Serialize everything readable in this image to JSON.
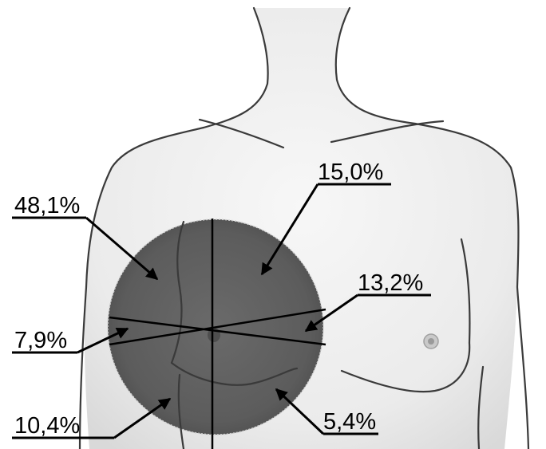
{
  "regions": [
    {
      "id": "upper-outer",
      "label": "48,1%",
      "value": 48.1
    },
    {
      "id": "upper-inner",
      "label": "15,0%",
      "value": 15.0
    },
    {
      "id": "lower-inner",
      "label": "13,2%",
      "value": 13.2
    },
    {
      "id": "axilla",
      "label": "7,9%",
      "value": 7.9
    },
    {
      "id": "lower-outer",
      "label": "10,4%",
      "value": 10.4
    },
    {
      "id": "central",
      "label": "5,4%",
      "value": 5.4
    }
  ],
  "colors": {
    "background": "#ffffff",
    "skin": "#ededed",
    "overlay": "#5e5e5e",
    "line": "#000000"
  }
}
